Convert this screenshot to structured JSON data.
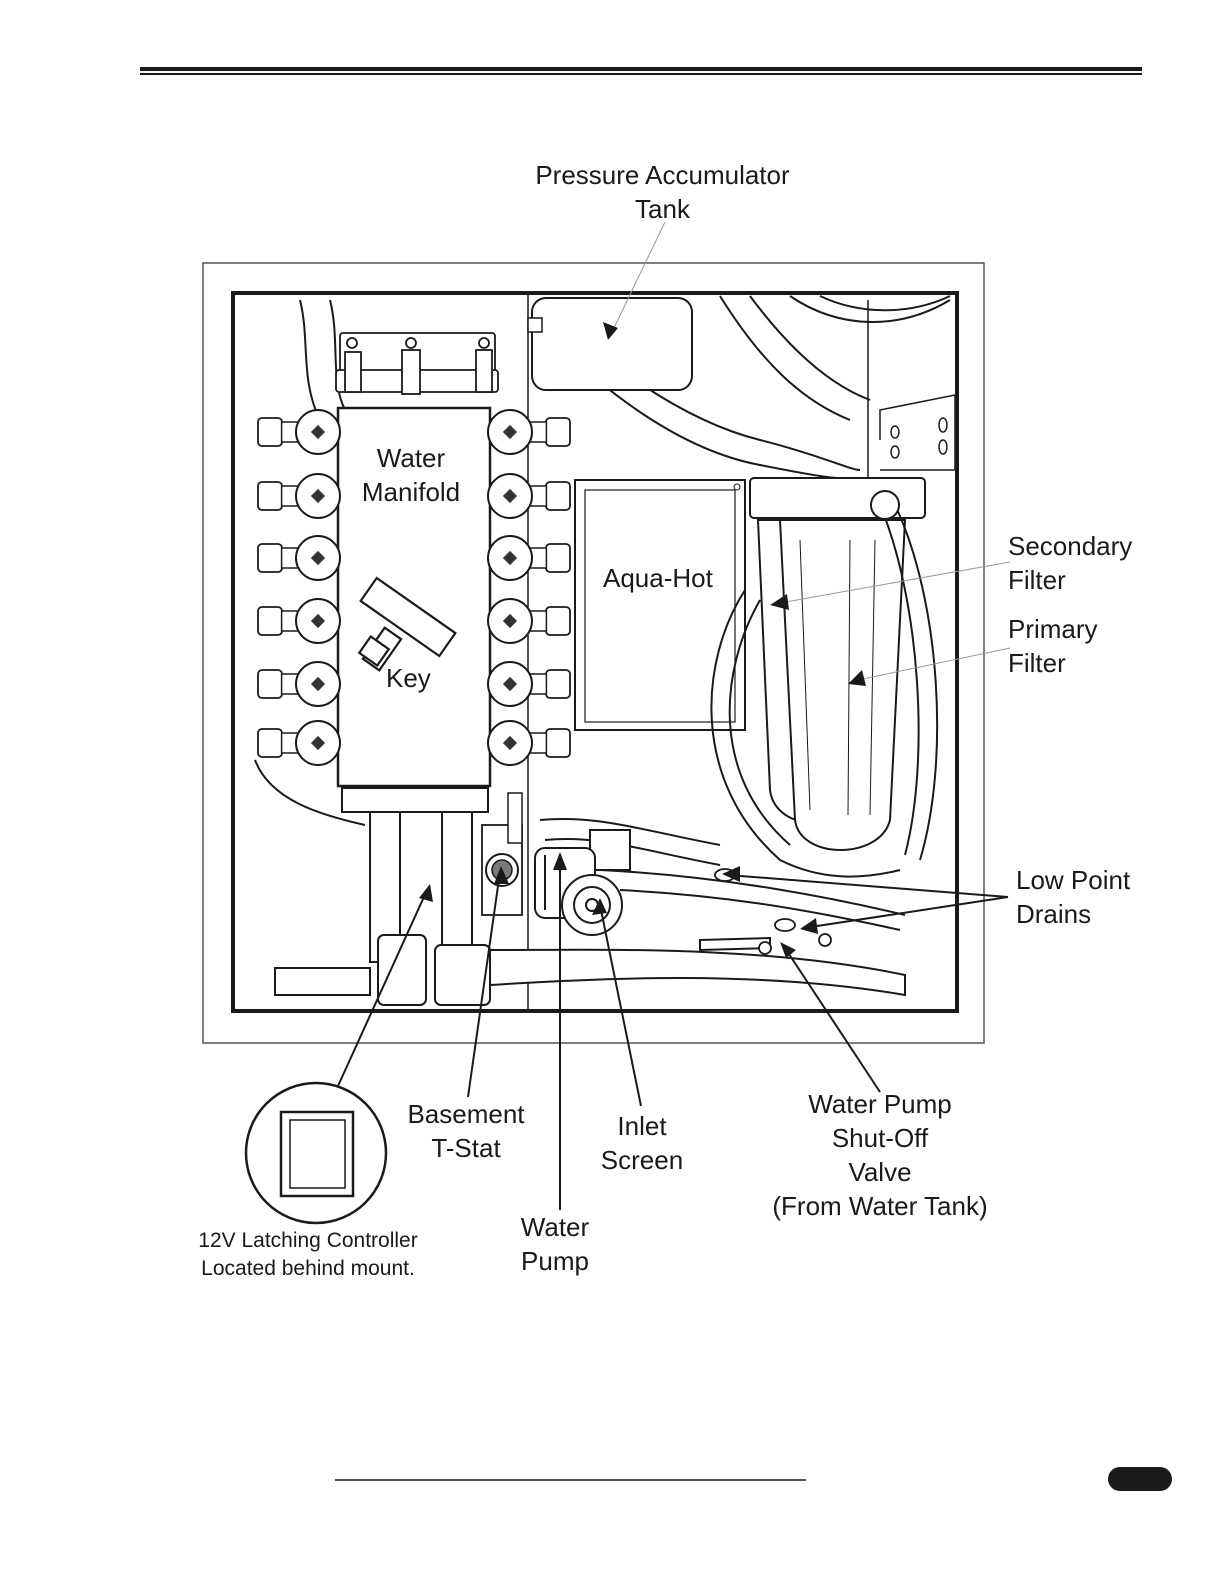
{
  "labels": {
    "pressure_tank": [
      "Pressure Accumulator",
      "Tank"
    ],
    "water_manifold": [
      "Water",
      "Manifold"
    ],
    "key": "Key",
    "aqua_hot": "Aqua-Hot",
    "secondary_filter": [
      "Secondary",
      "Filter"
    ],
    "primary_filter": [
      "Primary",
      "Filter"
    ],
    "low_point_drains": [
      "Low Point",
      "Drains"
    ],
    "basement_tstat": [
      "Basement",
      "T-Stat"
    ],
    "inlet_screen": [
      "Inlet",
      "Screen"
    ],
    "water_pump": [
      "Water",
      "Pump"
    ],
    "shutoff_valve": [
      "Water Pump",
      "Shut-Off",
      "Valve",
      "(From Water Tank)"
    ],
    "controller": [
      "12V Latching Controller",
      "Located behind mount."
    ]
  },
  "colors": {
    "ink": "#1a1a1a",
    "leader": "#999999",
    "page": "#ffffff"
  }
}
